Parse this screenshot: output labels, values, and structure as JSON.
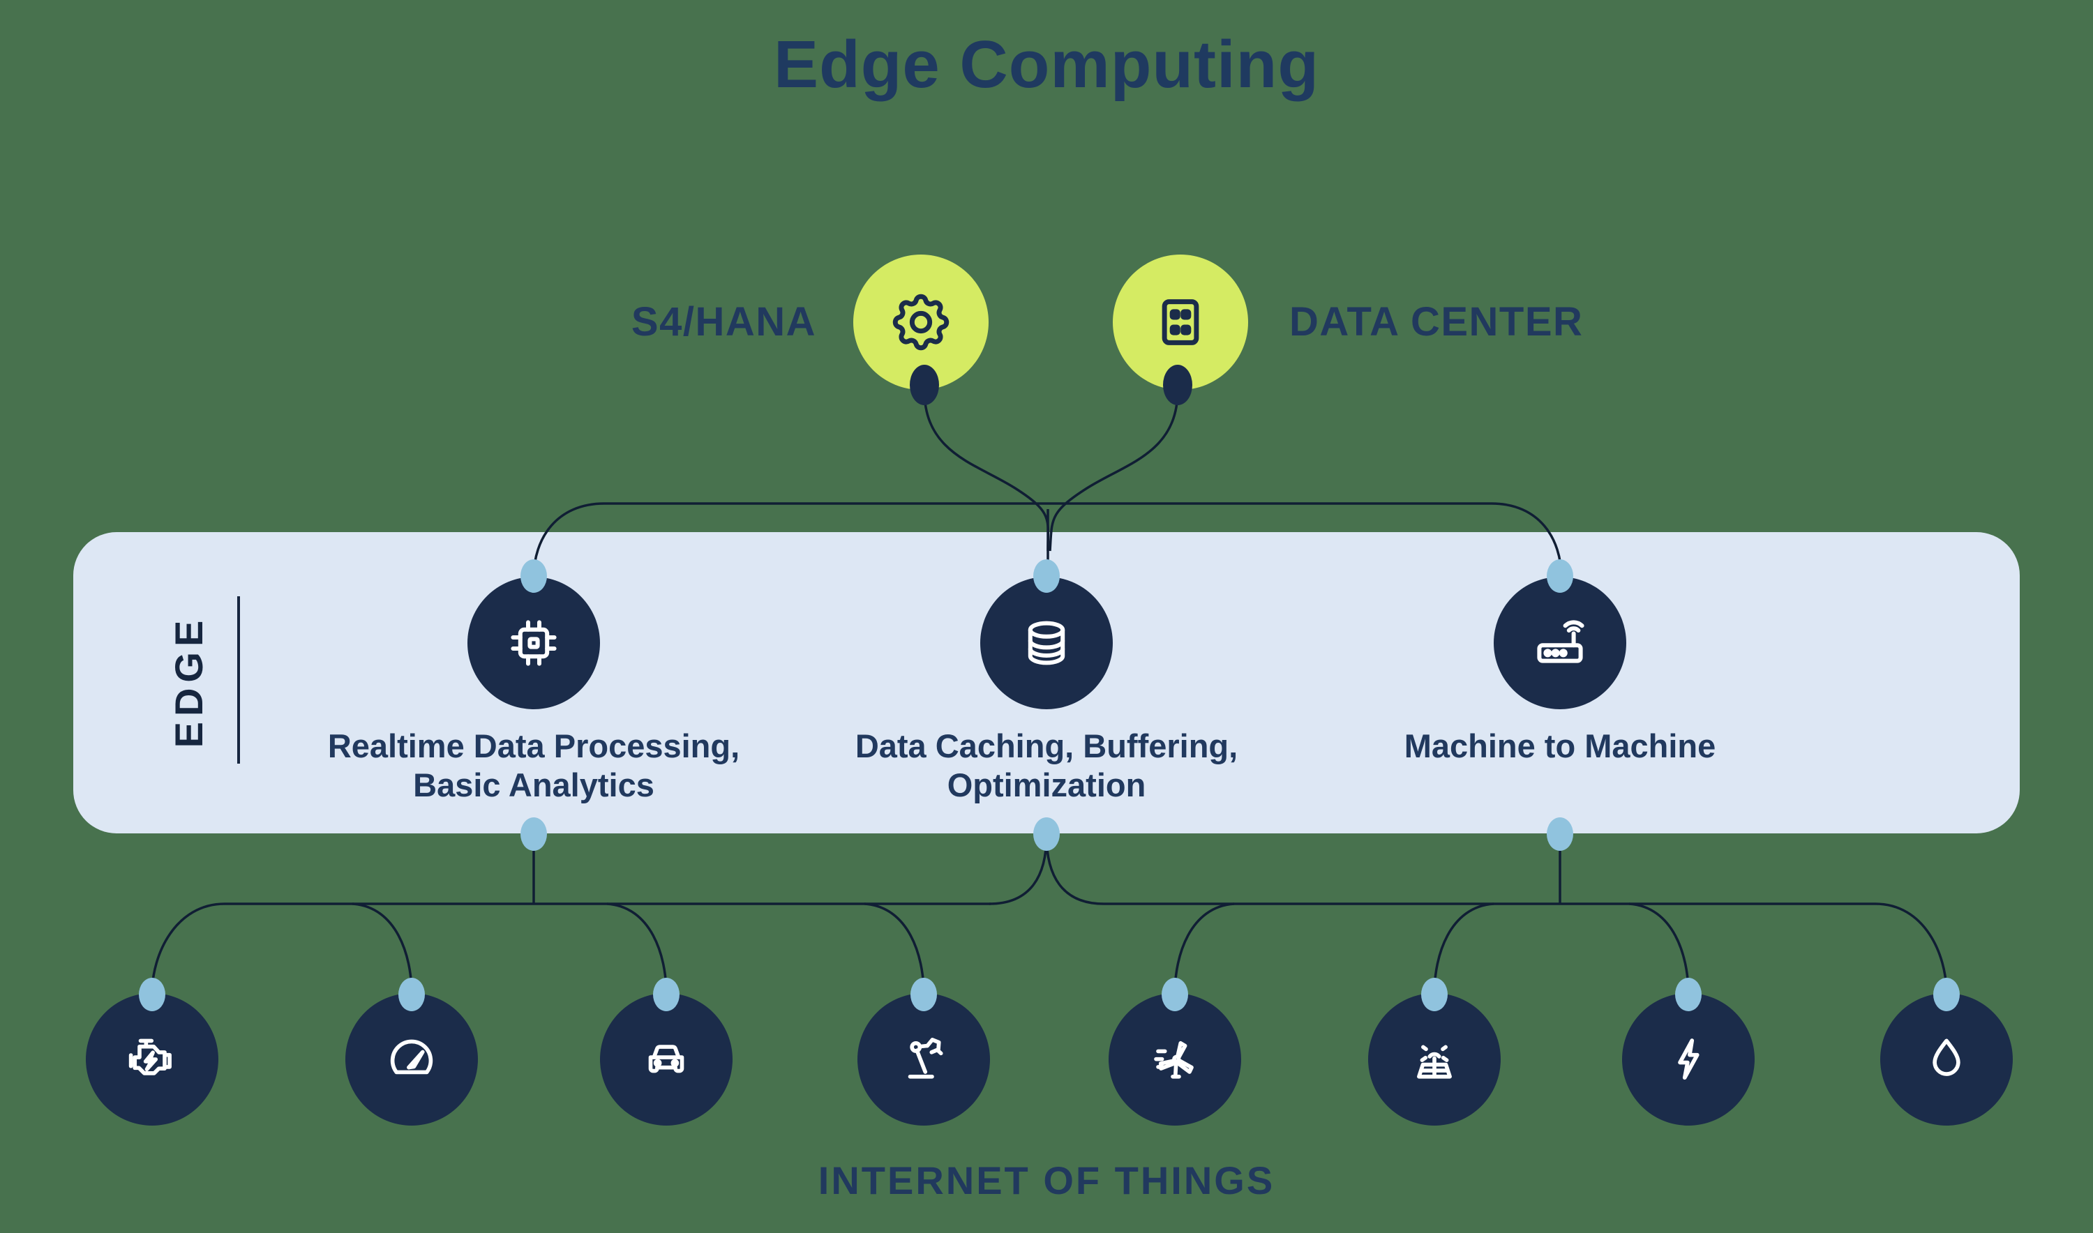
{
  "title": "Edge Computing",
  "palette": {
    "background_green": "#48724E",
    "band_light_blue": "#DDE7F4",
    "node_navy": "#1B2C4A",
    "accent_lime": "#D5EB63",
    "connector_dot_blue": "#90C3DE",
    "text_navy": "#21395E",
    "line_dark": "#101E34"
  },
  "cloud_layer": {
    "s4hana_label": "S4/HANA",
    "s4hana_icon": "gear-icon",
    "datacenter_label": "DATA CENTER",
    "datacenter_icon": "server-unit-icon"
  },
  "edge_layer": {
    "label": "EDGE",
    "nodes": [
      {
        "icon": "cpu-chip-icon",
        "line1": "Realtime Data Processing,",
        "line2": "Basic Analytics"
      },
      {
        "icon": "database-icon",
        "line1": "Data Caching, Buffering,",
        "line2": "Optimization"
      },
      {
        "icon": "router-icon",
        "line1": "Machine to Machine",
        "line2": ""
      }
    ]
  },
  "iot_layer": {
    "label": "INTERNET OF THINGS",
    "devices": [
      {
        "icon": "engine-icon"
      },
      {
        "icon": "speedometer-icon"
      },
      {
        "icon": "car-icon"
      },
      {
        "icon": "robot-arm-icon"
      },
      {
        "icon": "wind-turbine-icon"
      },
      {
        "icon": "solar-panel-icon"
      },
      {
        "icon": "lightning-bolt-icon"
      },
      {
        "icon": "water-drop-icon"
      }
    ]
  }
}
